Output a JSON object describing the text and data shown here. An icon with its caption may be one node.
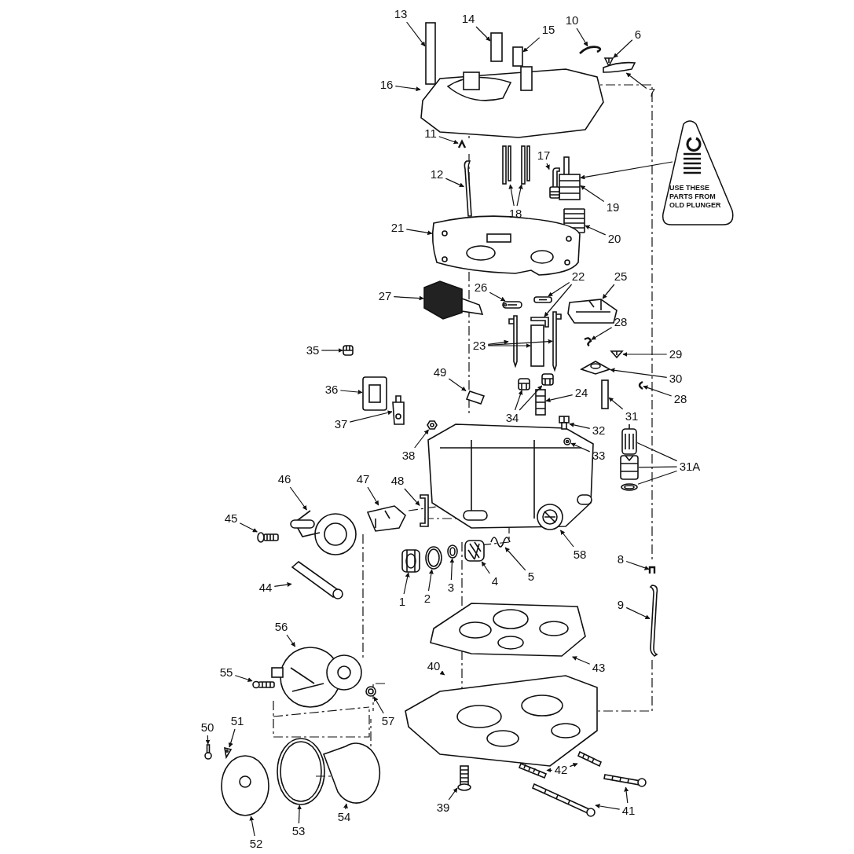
{
  "diagram": {
    "nodes": [
      {
        "text": [
          "13"
        ]
      },
      {
        "text": [
          "14"
        ]
      },
      {
        "text": [
          "15"
        ]
      },
      {
        "text": [
          "10"
        ]
      },
      {
        "text": [
          "6"
        ]
      },
      {
        "text": [
          "7"
        ]
      },
      {
        "text": [
          "16"
        ]
      },
      {
        "text": [
          "11"
        ]
      },
      {
        "text": [
          "USE THESE PARTS FROM OLD PLUNGER"
        ]
      },
      {
        "text": [
          "17"
        ]
      },
      {
        "text": [
          "19"
        ]
      },
      {
        "text": [
          "12"
        ]
      },
      {
        "text": [
          "18"
        ]
      },
      {
        "text": [
          "20"
        ]
      },
      {
        "text": [
          "21"
        ]
      },
      {
        "text": [
          "27"
        ]
      },
      {
        "text": [
          "26"
        ]
      },
      {
        "text": [
          "22"
        ]
      },
      {
        "text": [
          "25"
        ]
      },
      {
        "text": [
          "23"
        ]
      },
      {
        "text": [
          "28"
        ]
      },
      {
        "text": [
          "35"
        ]
      },
      {
        "text": [
          "29"
        ]
      },
      {
        "text": [
          "30"
        ]
      },
      {
        "text": [
          "31"
        ]
      },
      {
        "text": [
          "28"
        ]
      },
      {
        "text": [
          "49"
        ]
      },
      {
        "text": [
          "36"
        ]
      },
      {
        "text": [
          "34"
        ]
      },
      {
        "text": [
          "24"
        ]
      },
      {
        "text": [
          "37"
        ]
      },
      {
        "text": [
          "32"
        ]
      },
      {
        "text": [
          "33"
        ]
      },
      {
        "text": [
          "31A"
        ]
      },
      {
        "text": [
          "38"
        ]
      },
      {
        "text": [
          "46"
        ]
      },
      {
        "text": [
          "47"
        ]
      },
      {
        "text": [
          "48"
        ]
      },
      {
        "text": [
          "45"
        ]
      },
      {
        "text": [
          "58"
        ]
      },
      {
        "text": [
          "1"
        ]
      },
      {
        "text": [
          "2"
        ]
      },
      {
        "text": [
          "3"
        ]
      },
      {
        "text": [
          "4"
        ]
      },
      {
        "text": [
          "5"
        ]
      },
      {
        "text": [
          "8"
        ]
      },
      {
        "text": [
          "44"
        ]
      },
      {
        "text": [
          "9"
        ]
      },
      {
        "text": [
          "43"
        ]
      },
      {
        "text": [
          "56"
        ]
      },
      {
        "text": [
          "40"
        ]
      },
      {
        "text": [
          "55"
        ]
      },
      {
        "text": [
          "57"
        ]
      },
      {
        "text": [
          "50"
        ]
      },
      {
        "text": [
          "51"
        ]
      },
      {
        "text": [
          "42"
        ]
      },
      {
        "text": [
          "39"
        ]
      },
      {
        "text": [
          "41"
        ]
      },
      {
        "text": [
          "54"
        ]
      },
      {
        "text": [
          "53"
        ]
      },
      {
        "text": [
          "52"
        ]
      },
      {
        "text": [],
        "shape": "box"
      },
      {
        "text": [],
        "shape": "box"
      },
      {
        "text": [],
        "shape": "box"
      },
      {
        "text": [],
        "shape": "picture"
      },
      {
        "text": [],
        "shape": "picture"
      },
      {
        "text": [],
        "shape": "picture"
      },
      {
        "text": [],
        "shape": "picture"
      },
      {
        "text": [],
        "shape": "picture"
      },
      {
        "text": [],
        "shape": "picture"
      },
      {
        "text": [],
        "shape": "picture"
      },
      {
        "text": [],
        "shape": "picture"
      },
      {
        "text": [],
        "shape": "picture"
      },
      {
        "text": [],
        "shape": "picture"
      },
      {
        "text": [],
        "shape": "picture"
      },
      {
        "text": [],
        "shape": "picture"
      },
      {
        "text": [],
        "shape": "picture"
      },
      {
        "text": [],
        "shape": "picture"
      },
      {
        "text": [],
        "shape": "picture"
      },
      {
        "text": [],
        "shape": "picture"
      },
      {
        "text": [],
        "shape": "picture"
      },
      {
        "text": [],
        "shape": "picture"
      },
      {
        "text": [],
        "shape": "box"
      },
      {
        "text": [],
        "shape": "picture"
      },
      {
        "text": [],
        "shape": "picture"
      },
      {
        "text": [],
        "shape": "picture"
      },
      {
        "text": [],
        "shape": "picture"
      },
      {
        "text": [],
        "shape": "picture"
      },
      {
        "text": [],
        "shape": "box"
      },
      {
        "text": [],
        "shape": "picture"
      },
      {
        "text": [],
        "shape": "picture"
      },
      {
        "text": [],
        "shape": "picture"
      },
      {
        "text": [],
        "shape": "picture"
      },
      {
        "text": [],
        "shape": "picture"
      },
      {
        "text": [],
        "shape": "picture"
      },
      {
        "text": [],
        "shape": "picture"
      },
      {
        "text": [],
        "shape": "picture"
      },
      {
        "text": [],
        "shape": "picture"
      },
      {
        "text": [],
        "shape": "picture"
      },
      {
        "text": [],
        "shape": "picture"
      },
      {
        "text": [],
        "shape": "picture"
      },
      {
        "text": [],
        "shape": "picture"
      },
      {
        "text": [],
        "shape": "picture"
      },
      {
        "text": [],
        "shape": "picture"
      },
      {
        "text": [],
        "shape": "picture"
      },
      {
        "text": [],
        "shape": "picture"
      },
      {
        "text": [],
        "shape": "picture"
      },
      {
        "text": [],
        "shape": "picture"
      },
      {
        "text": [],
        "shape": "picture"
      },
      {
        "text": [],
        "shape": "picture"
      },
      {
        "text": [],
        "shape": "picture"
      },
      {
        "text": [],
        "shape": "picture"
      },
      {
        "text": [],
        "shape": "picture"
      },
      {
        "text": [],
        "shape": "picture"
      },
      {
        "text": [],
        "shape": "picture"
      },
      {
        "text": [],
        "shape": "picture"
      },
      {
        "text": [],
        "shape": "picture"
      },
      {
        "text": [],
        "shape": "picture"
      },
      {
        "text": [],
        "shape": "picture"
      },
      {
        "text": [],
        "shape": "picture"
      },
      {
        "text": [],
        "shape": "picture"
      },
      {
        "text": [],
        "shape": "picture"
      },
      {
        "text": [],
        "shape": "picture"
      },
      {
        "text": [],
        "shape": "picture"
      },
      {
        "text": [],
        "shape": "picture"
      },
      {
        "text": [],
        "shape": "picture"
      },
      {
        "text": [],
        "shape": "picture"
      },
      {
        "text": [],
        "shape": "picture"
      },
      {
        "text": [],
        "shape": "picture"
      },
      {
        "text": [],
        "shape": "picture"
      }
    ],
    "edges": [
      {
        "from": 0,
        "to": 61,
        "arrow": "to"
      },
      {
        "from": 1,
        "to": 62,
        "arrow": "to"
      },
      {
        "from": 2,
        "to": 63,
        "arrow": "to"
      },
      {
        "from": 3,
        "to": 64,
        "arrow": "to"
      },
      {
        "from": 4,
        "to": 65,
        "arrow": "to"
      },
      {
        "from": 5,
        "to": 66,
        "arrow": "to"
      },
      {
        "from": 6,
        "to": 67,
        "arrow": "to"
      },
      {
        "from": 7,
        "to": 68,
        "arrow": "to"
      },
      {
        "from": 8,
        "to": 69,
        "arrow": "to"
      },
      {
        "from": 9,
        "to": 70,
        "arrow": "to"
      },
      {
        "from": 10,
        "to": 69,
        "arrow": "to"
      },
      {
        "from": 11,
        "to": 71,
        "arrow": "to"
      },
      {
        "from": 12,
        "to": 72,
        "arrow": "to"
      },
      {
        "from": 12,
        "to": 73,
        "arrow": "to"
      },
      {
        "from": 13,
        "to": 74,
        "arrow": "to"
      },
      {
        "from": 14,
        "to": 75,
        "arrow": "to"
      },
      {
        "from": 15,
        "to": 76,
        "arrow": "to"
      },
      {
        "from": 16,
        "to": 77,
        "arrow": "to"
      },
      {
        "from": 17,
        "to": 78,
        "arrow": "to"
      },
      {
        "from": 17,
        "to": 79,
        "arrow": "to"
      },
      {
        "from": 18,
        "to": 80,
        "arrow": "to"
      },
      {
        "from": 19,
        "to": 81,
        "arrow": "to"
      },
      {
        "from": 19,
        "to": 82,
        "arrow": "to"
      },
      {
        "from": 19,
        "to": 83,
        "arrow": "to"
      },
      {
        "from": 20,
        "to": 84,
        "arrow": "to"
      },
      {
        "from": 21,
        "to": 85,
        "arrow": "to"
      },
      {
        "from": 22,
        "to": 86,
        "arrow": "to"
      },
      {
        "from": 23,
        "to": 87,
        "arrow": "to"
      },
      {
        "from": 24,
        "to": 88,
        "arrow": "to"
      },
      {
        "from": 25,
        "to": 89,
        "arrow": "to"
      },
      {
        "from": 26,
        "to": 90,
        "arrow": "to"
      },
      {
        "from": 27,
        "to": 91,
        "arrow": "to"
      },
      {
        "from": 28,
        "to": 92,
        "arrow": "to"
      },
      {
        "from": 28,
        "to": 93,
        "arrow": "to"
      },
      {
        "from": 29,
        "to": 94,
        "arrow": "to"
      },
      {
        "from": 30,
        "to": 95,
        "arrow": "to"
      },
      {
        "from": 31,
        "to": 96,
        "arrow": "to"
      },
      {
        "from": 32,
        "to": 97,
        "arrow": "to"
      },
      {
        "from": 33,
        "to": 98,
        "arrow": "none"
      },
      {
        "from": 33,
        "to": 99,
        "arrow": "none"
      },
      {
        "from": 33,
        "to": 100,
        "arrow": "none"
      },
      {
        "from": 34,
        "to": 101,
        "arrow": "to"
      },
      {
        "from": 35,
        "to": 102,
        "arrow": "to"
      },
      {
        "from": 36,
        "to": 103,
        "arrow": "to"
      },
      {
        "from": 37,
        "to": 104,
        "arrow": "to"
      },
      {
        "from": 38,
        "to": 105,
        "arrow": "to"
      },
      {
        "from": 39,
        "to": 106,
        "arrow": "to"
      },
      {
        "from": 40,
        "to": 107,
        "arrow": "to"
      },
      {
        "from": 41,
        "to": 108,
        "arrow": "to"
      },
      {
        "from": 42,
        "to": 109,
        "arrow": "to"
      },
      {
        "from": 43,
        "to": 110,
        "arrow": "to"
      },
      {
        "from": 44,
        "to": 111,
        "arrow": "to"
      },
      {
        "from": 45,
        "to": 112,
        "arrow": "to"
      },
      {
        "from": 46,
        "to": 113,
        "arrow": "to"
      },
      {
        "from": 47,
        "to": 114,
        "arrow": "to"
      },
      {
        "from": 48,
        "to": 115,
        "arrow": "to"
      },
      {
        "from": 49,
        "to": 116,
        "arrow": "to"
      },
      {
        "from": 50,
        "to": 117,
        "arrow": "to"
      },
      {
        "from": 51,
        "to": 118,
        "arrow": "to"
      },
      {
        "from": 52,
        "to": 119,
        "arrow": "to"
      },
      {
        "from": 53,
        "to": 120,
        "arrow": "to"
      },
      {
        "from": 54,
        "to": 121,
        "arrow": "to"
      },
      {
        "from": 55,
        "to": 122,
        "arrow": "to"
      },
      {
        "from": 55,
        "to": 123,
        "arrow": "to"
      },
      {
        "from": 56,
        "to": 124,
        "arrow": "to"
      },
      {
        "from": 57,
        "to": 125,
        "arrow": "to"
      },
      {
        "from": 57,
        "to": 126,
        "arrow": "to"
      },
      {
        "from": 58,
        "to": 127,
        "arrow": "to"
      },
      {
        "from": 59,
        "to": 128,
        "arrow": "to"
      },
      {
        "from": 60,
        "to": 129,
        "arrow": "to"
      }
    ]
  }
}
